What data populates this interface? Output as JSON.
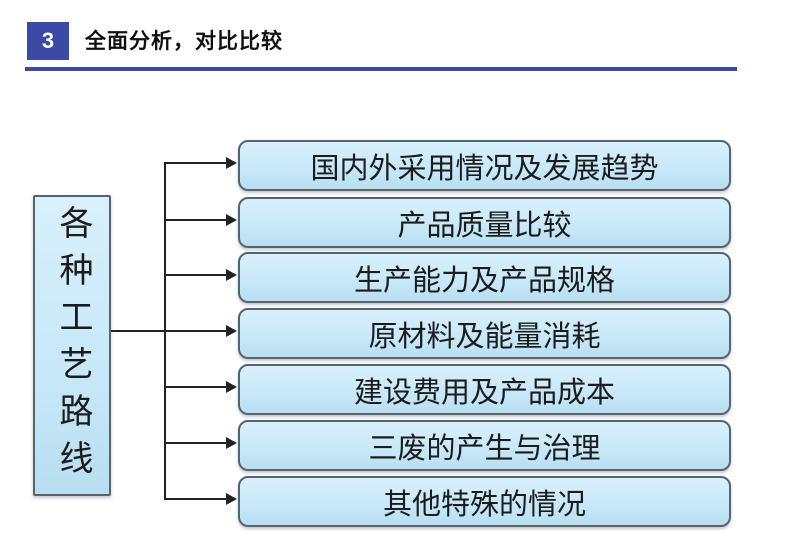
{
  "header": {
    "number": "3",
    "title": "全面分析，对比比较"
  },
  "colors": {
    "accent": "#3b4aa5",
    "node_fill": "#c7e8f8",
    "node_border": "#546470",
    "connector": "#222222",
    "text": "#1c1c1c"
  },
  "diagram": {
    "root": {
      "label": "各种工艺路线"
    },
    "branches": [
      {
        "label": "国内外采用情况及发展趋势"
      },
      {
        "label": "产品质量比较"
      },
      {
        "label": "生产能力及产品规格"
      },
      {
        "label": "原材料及能量消耗"
      },
      {
        "label": "建设费用及产品成本"
      },
      {
        "label": "三废的产生与治理"
      },
      {
        "label": "其他特殊的情况"
      }
    ]
  }
}
